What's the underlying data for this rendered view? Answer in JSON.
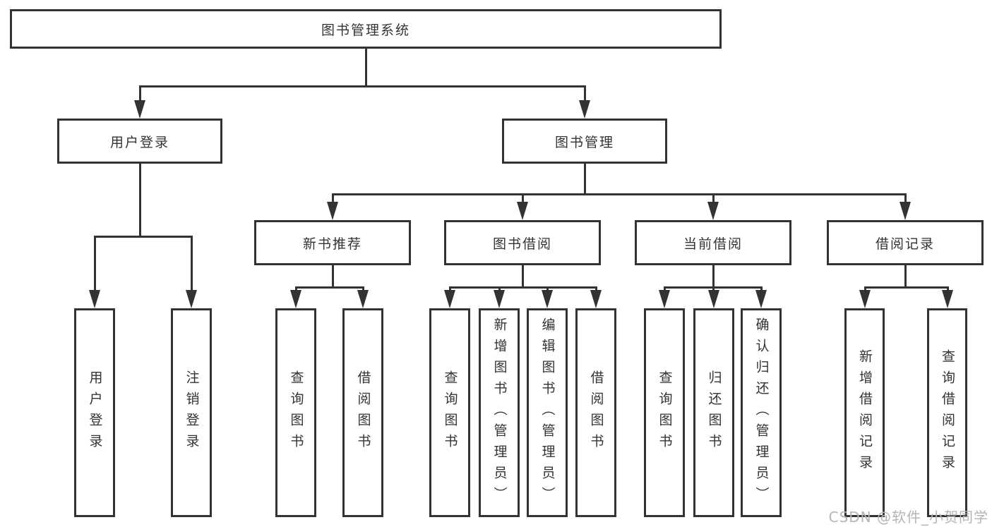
{
  "tree": {
    "root": {
      "label": "图书管理系统"
    },
    "branches": [
      {
        "label": "用户登录",
        "children": [
          {
            "label": "用户登录"
          },
          {
            "label": "注销登录"
          }
        ]
      },
      {
        "label": "图书管理",
        "children": [
          {
            "label": "新书推荐",
            "children": [
              {
                "label": "查询图书"
              },
              {
                "label": "借阅图书"
              }
            ]
          },
          {
            "label": "图书借阅",
            "children": [
              {
                "label": "查询图书"
              },
              {
                "label": "新增图书（管理员）"
              },
              {
                "label": "编辑图书（管理员）"
              },
              {
                "label": "借阅图书"
              }
            ]
          },
          {
            "label": "当前借阅",
            "children": [
              {
                "label": "查询图书"
              },
              {
                "label": "归还图书"
              },
              {
                "label": "确认归还（管理员）"
              }
            ]
          },
          {
            "label": "借阅记录",
            "children": [
              {
                "label": "新增借阅记录"
              },
              {
                "label": "查询借阅记录"
              }
            ]
          }
        ]
      }
    ]
  },
  "watermark": "CSDN @软件_小贺同学",
  "colors": {
    "line": "#333333",
    "text": "#333333",
    "background": "#ffffff",
    "watermark": "#b5b5b5"
  }
}
